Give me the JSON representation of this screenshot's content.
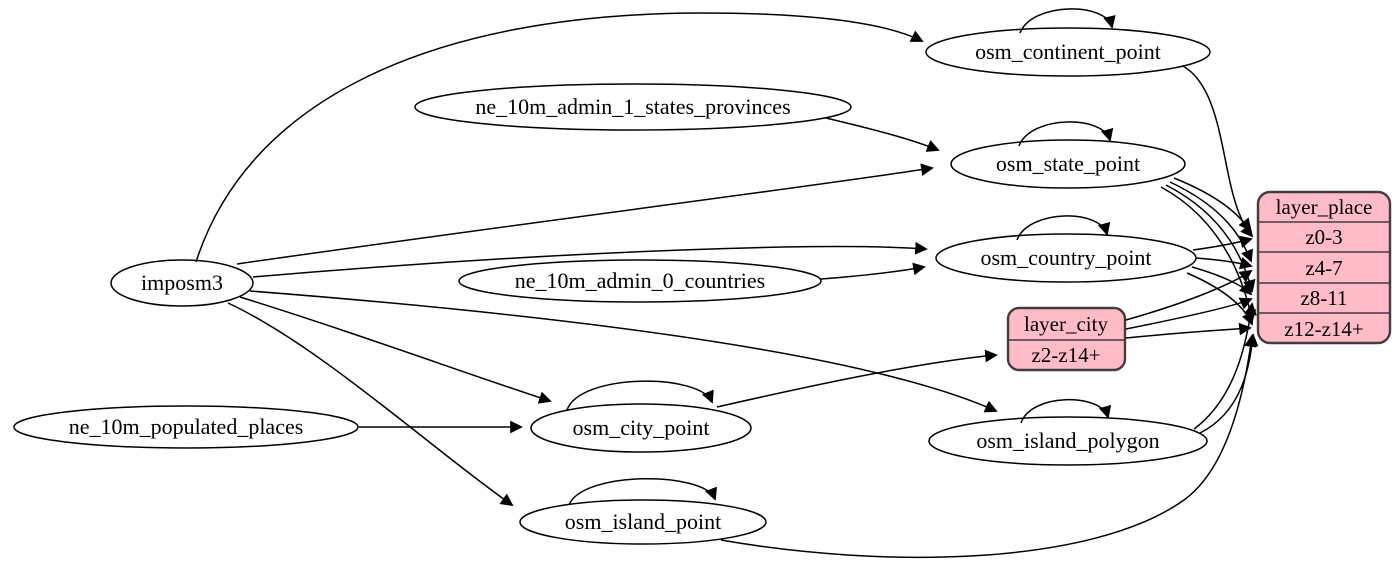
{
  "diagram": {
    "type": "etl-graph",
    "background": "#ffffff"
  },
  "colors": {
    "record_fill": "#ffbcc7",
    "record_stroke": "#433b3e",
    "ellipse_fill": "#ffffff",
    "ellipse_stroke": "#000000",
    "edge": "#000000",
    "text": "#000000"
  },
  "nodes": {
    "imposm3": {
      "label": "imposm3"
    },
    "ne_10m_admin_1_states_provinces": {
      "label": "ne_10m_admin_1_states_provinces"
    },
    "ne_10m_admin_0_countries": {
      "label": "ne_10m_admin_0_countries"
    },
    "ne_10m_populated_places": {
      "label": "ne_10m_populated_places"
    },
    "osm_continent_point": {
      "label": "osm_continent_point"
    },
    "osm_state_point": {
      "label": "osm_state_point"
    },
    "osm_country_point": {
      "label": "osm_country_point"
    },
    "osm_city_point": {
      "label": "osm_city_point"
    },
    "osm_island_polygon": {
      "label": "osm_island_polygon"
    },
    "osm_island_point": {
      "label": "osm_island_point"
    }
  },
  "records": {
    "layer_city": {
      "header": "layer_city",
      "rows": [
        "z2-z14+"
      ]
    },
    "layer_place": {
      "header": "layer_place",
      "rows": [
        "z0-3",
        "z4-7",
        "z8-11",
        "z12-z14+"
      ]
    }
  },
  "edges": [
    {
      "from": "imposm3",
      "to": "osm_continent_point"
    },
    {
      "from": "imposm3",
      "to": "osm_state_point"
    },
    {
      "from": "imposm3",
      "to": "osm_country_point"
    },
    {
      "from": "imposm3",
      "to": "osm_city_point"
    },
    {
      "from": "imposm3",
      "to": "osm_island_polygon"
    },
    {
      "from": "imposm3",
      "to": "osm_island_point"
    },
    {
      "from": "ne_10m_admin_1_states_provinces",
      "to": "osm_state_point"
    },
    {
      "from": "ne_10m_admin_0_countries",
      "to": "osm_country_point"
    },
    {
      "from": "ne_10m_populated_places",
      "to": "osm_city_point"
    },
    {
      "from": "osm_continent_point",
      "to": "osm_continent_point"
    },
    {
      "from": "osm_state_point",
      "to": "osm_state_point"
    },
    {
      "from": "osm_country_point",
      "to": "osm_country_point"
    },
    {
      "from": "osm_city_point",
      "to": "osm_city_point"
    },
    {
      "from": "osm_island_polygon",
      "to": "osm_island_polygon"
    },
    {
      "from": "osm_island_point",
      "to": "osm_island_point"
    },
    {
      "from": "osm_city_point",
      "to": "layer_city",
      "port": "z2-z14+"
    },
    {
      "from": "osm_continent_point",
      "to": "layer_place",
      "port": "z0-3"
    },
    {
      "from": "osm_state_point",
      "to": "layer_place",
      "port": "z0-3"
    },
    {
      "from": "osm_state_point",
      "to": "layer_place",
      "port": "z4-7"
    },
    {
      "from": "osm_state_point",
      "to": "layer_place",
      "port": "z8-11"
    },
    {
      "from": "osm_state_point",
      "to": "layer_place",
      "port": "z12-z14+"
    },
    {
      "from": "osm_country_point",
      "to": "layer_place",
      "port": "z0-3"
    },
    {
      "from": "osm_country_point",
      "to": "layer_place",
      "port": "z4-7"
    },
    {
      "from": "osm_country_point",
      "to": "layer_place",
      "port": "z8-11"
    },
    {
      "from": "osm_country_point",
      "to": "layer_place",
      "port": "z12-z14+"
    },
    {
      "from": "layer_city",
      "to": "layer_place",
      "port": "z4-7"
    },
    {
      "from": "layer_city",
      "to": "layer_place",
      "port": "z8-11"
    },
    {
      "from": "layer_city",
      "to": "layer_place",
      "port": "z12-z14+"
    },
    {
      "from": "osm_island_polygon",
      "to": "layer_place",
      "port": "z8-11"
    },
    {
      "from": "osm_island_polygon",
      "to": "layer_place",
      "port": "z12-z14+"
    },
    {
      "from": "osm_island_point",
      "to": "layer_place",
      "port": "z12-z14+"
    }
  ]
}
